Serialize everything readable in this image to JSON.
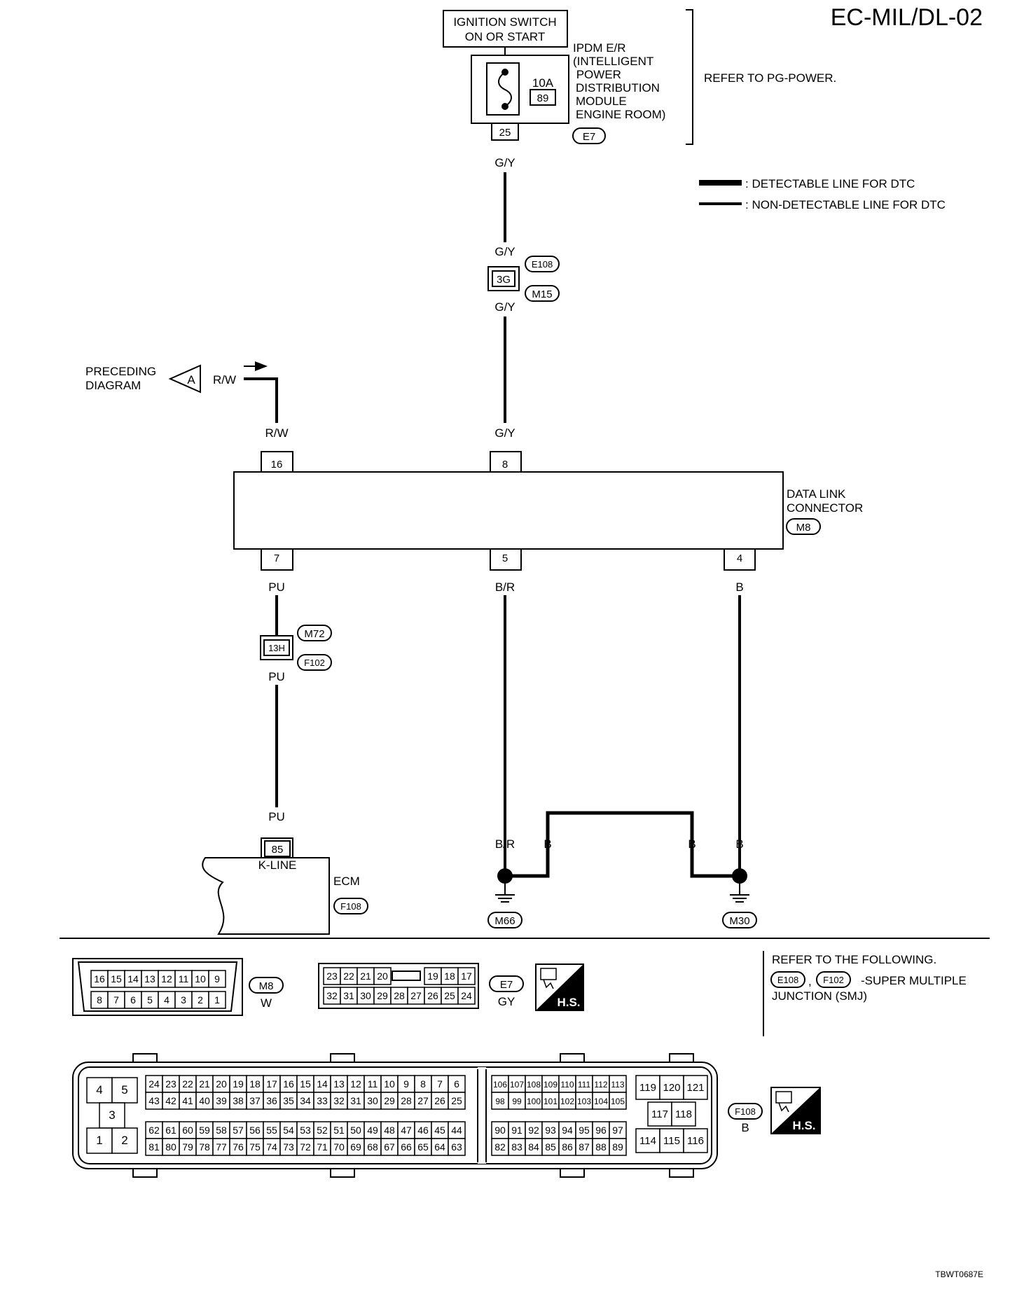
{
  "title": "EC-MIL/DL-02",
  "figure_id": "TBWT0687E",
  "power": {
    "ignition_switch": [
      "IGNITION SWITCH",
      "ON OR START"
    ],
    "ipdm_lines": [
      "IPDM E/R",
      "(INTELLIGENT",
      " POWER",
      "DISTRIBUTION",
      "MODULE",
      "ENGINE ROOM)"
    ],
    "fuse_rating": "10A",
    "fuse_number": "89",
    "terminal": "25",
    "connector": "E7",
    "refer_note": "REFER TO PG-POWER."
  },
  "legend": {
    "detectable": ": DETECTABLE LINE FOR DTC",
    "non_detectable": ": NON-DETECTABLE LINE FOR DTC"
  },
  "wires": {
    "gy": "G/Y",
    "rw": "R/W",
    "pu": "PU",
    "br": "B/R",
    "b": "B"
  },
  "junction_gy": {
    "terminal": "3G",
    "top": "E108",
    "bottom": "M15"
  },
  "junction_pu": {
    "terminal": "13H",
    "top": "M72",
    "bottom": "F102"
  },
  "preceding": {
    "lines": [
      "PRECEDING",
      "DIAGRAM"
    ],
    "flag": "A"
  },
  "dlc": {
    "lines": [
      "DATA LINK",
      "CONNECTOR"
    ],
    "connector": "M8",
    "pins_top": [
      "16",
      "8"
    ],
    "pins_bottom": [
      "7",
      "5",
      "4"
    ]
  },
  "ecm": {
    "terminal": "85",
    "signal": "K-LINE",
    "label": "ECM",
    "connector": "F108"
  },
  "grounds": [
    "M66",
    "M30"
  ],
  "views": {
    "m8": {
      "id": "M8",
      "color": "W",
      "row1": [
        "16",
        "15",
        "14",
        "13",
        "12",
        "11",
        "10",
        "9"
      ],
      "row2": [
        "8",
        "7",
        "6",
        "5",
        "4",
        "3",
        "2",
        "1"
      ]
    },
    "e7": {
      "id": "E7",
      "color": "GY",
      "row1a": [
        "23",
        "22",
        "21",
        "20"
      ],
      "row1b": [
        "19",
        "18",
        "17"
      ],
      "row2": [
        "32",
        "31",
        "30",
        "29",
        "28",
        "27",
        "26",
        "25",
        "24"
      ]
    },
    "hs_label": "H.S.",
    "smj_note": {
      "line1": "REFER TO THE FOLLOWING.",
      "conn1": "E108",
      "conn2": "F102",
      "line2": "-SUPER MULTIPLE",
      "line3": "JUNCTION (SMJ)"
    },
    "f108": {
      "id": "F108",
      "color": "B",
      "left": [
        "4",
        "5",
        "3",
        "1",
        "2"
      ],
      "a1": [
        "24",
        "23",
        "22",
        "21",
        "20",
        "19",
        "18",
        "17",
        "16",
        "15",
        "14",
        "13",
        "12",
        "11",
        "10",
        "9",
        "8",
        "7",
        "6"
      ],
      "a2": [
        "43",
        "42",
        "41",
        "40",
        "39",
        "38",
        "37",
        "36",
        "35",
        "34",
        "33",
        "32",
        "31",
        "30",
        "29",
        "28",
        "27",
        "26",
        "25"
      ],
      "a3": [
        "62",
        "61",
        "60",
        "59",
        "58",
        "57",
        "56",
        "55",
        "54",
        "53",
        "52",
        "51",
        "50",
        "49",
        "48",
        "47",
        "46",
        "45",
        "44"
      ],
      "a4": [
        "81",
        "80",
        "79",
        "78",
        "77",
        "76",
        "75",
        "74",
        "73",
        "72",
        "71",
        "70",
        "69",
        "68",
        "67",
        "66",
        "65",
        "64",
        "63"
      ],
      "b1": [
        "106",
        "107",
        "108",
        "109",
        "110",
        "111",
        "112",
        "113"
      ],
      "b2": [
        "98",
        "99",
        "100",
        "101",
        "102",
        "103",
        "104",
        "105"
      ],
      "b3": [
        "90",
        "91",
        "92",
        "93",
        "94",
        "95",
        "96",
        "97"
      ],
      "b4": [
        "82",
        "83",
        "84",
        "85",
        "86",
        "87",
        "88",
        "89"
      ],
      "c1": [
        "119",
        "120",
        "121"
      ],
      "c2": [
        "117",
        "118"
      ],
      "c3": [
        "114",
        "115",
        "116"
      ]
    }
  }
}
